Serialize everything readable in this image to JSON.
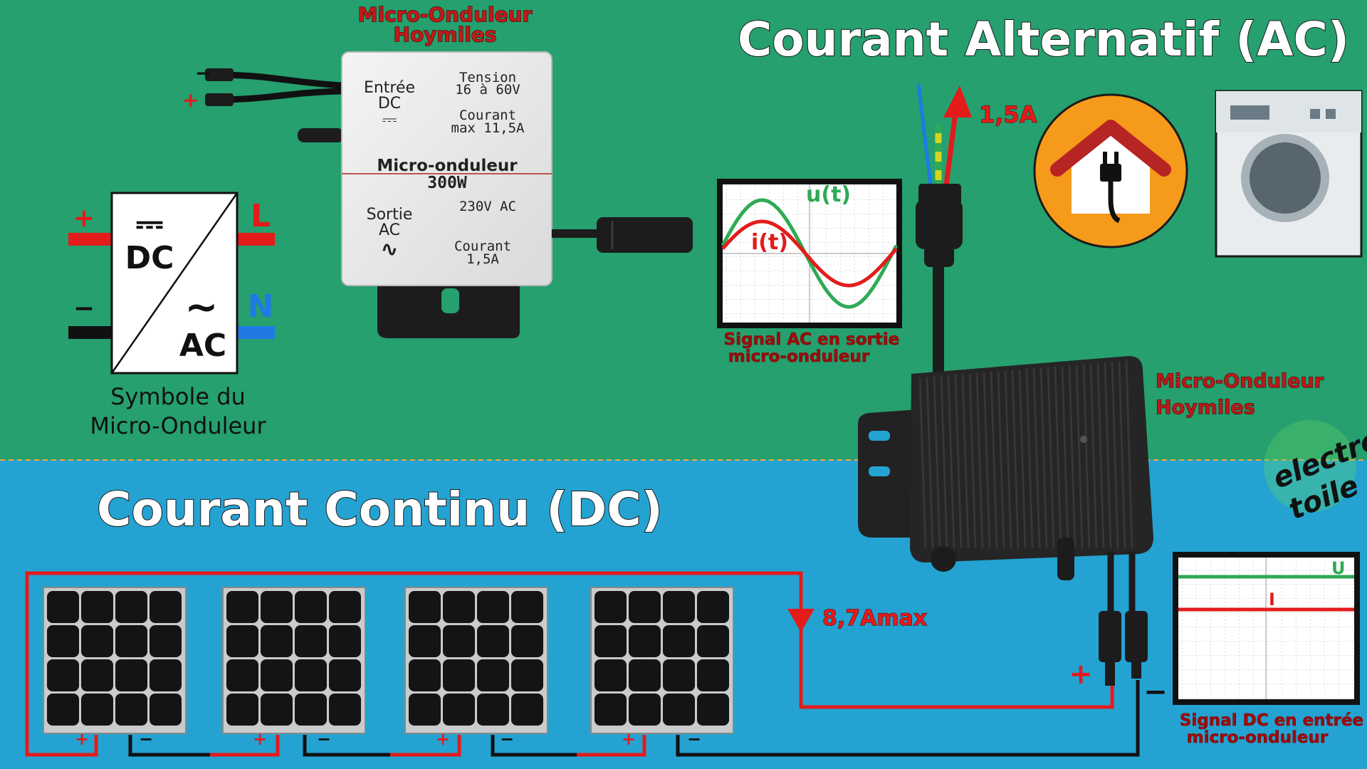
{
  "colors": {
    "ac_background": "#25a06e",
    "dc_background": "#24a3d2",
    "divider": "#f2a63a",
    "positive_wire": "#e31b1b",
    "negative_wire": "#111111",
    "neutral_wire": "#1f7ae6",
    "label_dark_red": "#9e0b0b",
    "label_red": "#d8261f",
    "house_circle": "#f59a1a",
    "signal_u": "#2eaa55",
    "signal_i": "#e31b1b"
  },
  "ac_section": {
    "title": "Courant Alternatif (AC)"
  },
  "dc_section": {
    "title": "Courant Continu (DC)"
  },
  "inverter_card": {
    "brand_line1": "Micro-Onduleur",
    "brand_line2": "Hoymiles",
    "input_label_line1": "Entrée",
    "input_label_line2": "DC",
    "dc_glyph": "⎓",
    "input_voltage_line1": "Tension",
    "input_voltage_line2": "16 à 60V",
    "input_current_line1": "Courant",
    "input_current_line2": "max 11,5A",
    "model_line1": "Micro-onduleur",
    "model_line2": "300W",
    "output_label_line1": "Sortie",
    "output_label_line2": "AC",
    "ac_glyph": "∿",
    "output_voltage": "230V AC",
    "output_current_line1": "Courant",
    "output_current_line2": "1,5A",
    "cable_minus": "−",
    "cable_plus": "+"
  },
  "symbol": {
    "plus": "+",
    "minus": "−",
    "L": "L",
    "N": "N",
    "dc_lines": "⎓",
    "dc": "DC",
    "ac_wave": "∼",
    "ac": "AC",
    "caption_line1": "Symbole du",
    "caption_line2": "Micro-Onduleur"
  },
  "ac_scope": {
    "u_label": "u(t)",
    "i_label": "i(t)",
    "caption_line1": "Signal AC en sortie",
    "caption_line2": "micro-onduleur"
  },
  "ac_current_label": "1,5A",
  "inverter_photo_label": {
    "line1": "Micro-Onduleur",
    "line2": "Hoymiles"
  },
  "watermark": {
    "line1": "electro",
    "line2": "toile"
  },
  "dc_current_label": "8,7Amax",
  "dc_scope": {
    "u_label": "U",
    "i_label": "I",
    "caption_line1": "Signal DC en entrée",
    "caption_line2": "micro-onduleur"
  },
  "dc_plus": "+",
  "dc_minus": "−",
  "panels": [
    {
      "plus": "+",
      "minus": "−"
    },
    {
      "plus": "+",
      "minus": "−"
    },
    {
      "plus": "+",
      "minus": "−"
    },
    {
      "plus": "+",
      "minus": "−"
    }
  ]
}
